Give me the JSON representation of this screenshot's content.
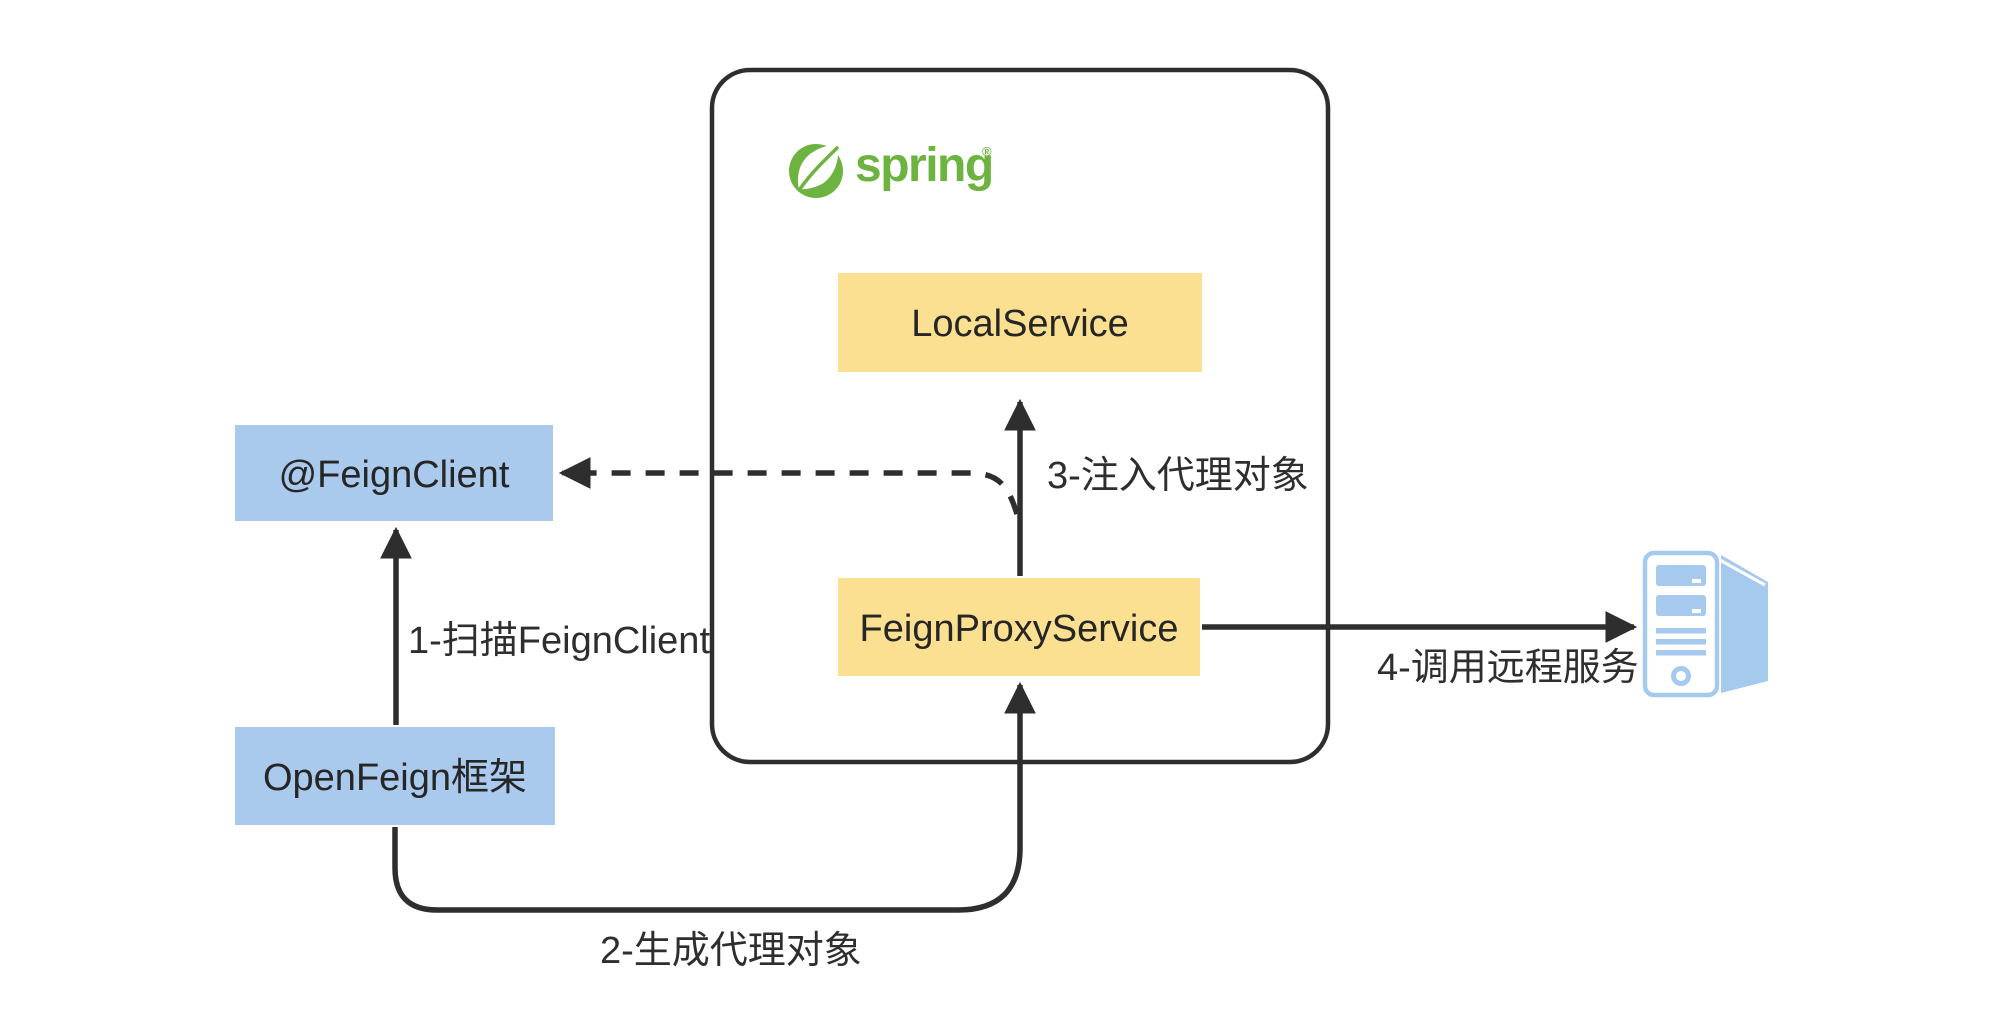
{
  "diagram": {
    "title_logo": {
      "label": "spring",
      "registered_mark": "®"
    },
    "container": {
      "name": "spring-application-boundary"
    },
    "nodes": {
      "local_service": {
        "label": "LocalService",
        "type": "yellow"
      },
      "feign_proxy_service": {
        "label": "FeignProxyService",
        "type": "yellow"
      },
      "feign_client": {
        "label": "@FeignClient",
        "type": "blue"
      },
      "open_feign": {
        "label": "OpenFeign框架",
        "type": "blue"
      }
    },
    "edges": {
      "step1": {
        "label": "1-扫描FeignClient",
        "from": "open_feign",
        "to": "feign_client",
        "style": "solid"
      },
      "step2": {
        "label": "2-生成代理对象",
        "from": "open_feign",
        "to": "feign_proxy_service",
        "style": "solid"
      },
      "step3": {
        "label": "3-注入代理对象",
        "from": "feign_proxy_service",
        "to": "local_service",
        "style": "solid"
      },
      "step4": {
        "label": "4-调用远程服务",
        "from": "feign_proxy_service",
        "to": "remote_server",
        "style": "solid"
      },
      "proxy_implements": {
        "label": "",
        "from": "feign_proxy_service",
        "to": "feign_client",
        "style": "dashed"
      }
    },
    "icons": {
      "server": "remote-server-tower"
    },
    "colors": {
      "node_blue": "#A9CAEC",
      "node_yellow": "#FBE092",
      "line": "#2E2E2E",
      "spring_green": "#6DB33F",
      "server_blue": "#A6C9EE",
      "background": "#FFFFFF"
    }
  }
}
